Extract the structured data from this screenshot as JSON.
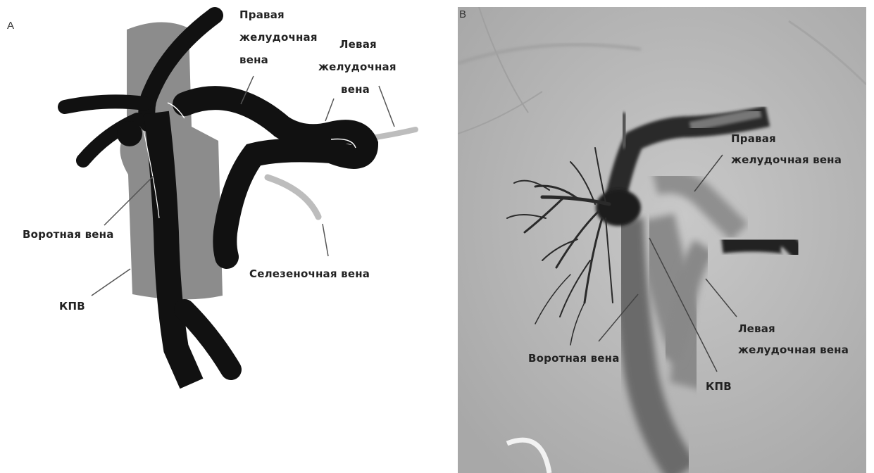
{
  "panel_a": {
    "letter": "A",
    "labels": {
      "right_gastric_1": "Правая",
      "right_gastric_2": "желудочная",
      "right_gastric_3": "вена",
      "left_gastric_1": "Левая",
      "left_gastric_2": "желудочная",
      "left_gastric_3": "вена",
      "portal_vein": "Воротная вена",
      "ivc": "КПВ",
      "splenic_vein": "Селезеночная вена"
    }
  },
  "panel_b": {
    "letter": "B",
    "labels": {
      "right_gastric_1": "Правая",
      "right_gastric_2": "желудочная вена",
      "left_gastric_1": "Левая",
      "left_gastric_2": "желудочная вена",
      "portal_vein": "Воротная вена",
      "ivc": "КПВ"
    }
  },
  "colors": {
    "vein_black": "#111111",
    "ivc_gray": "#8c8c8c",
    "minor_vein_gray": "#bdbdbd",
    "xray_background": "#b9b9b9"
  }
}
